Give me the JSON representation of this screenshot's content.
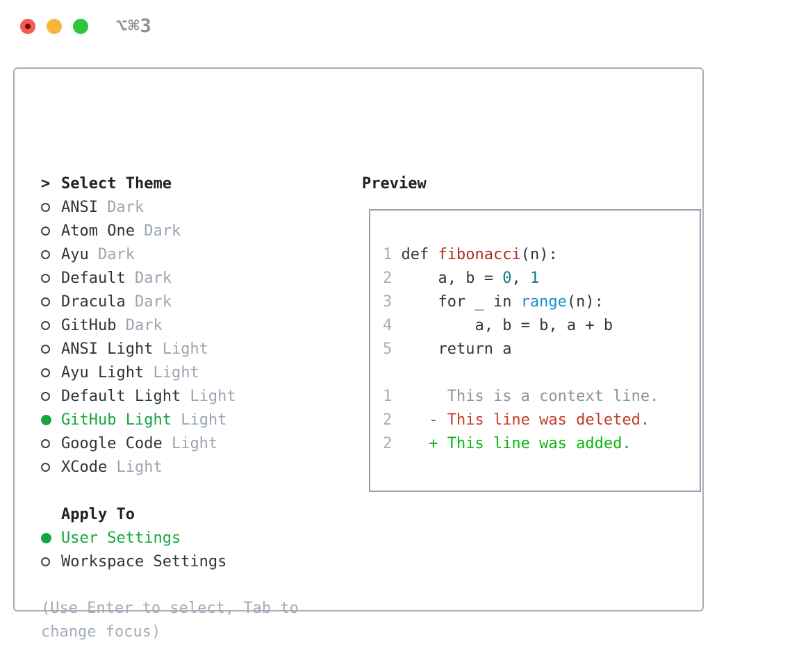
{
  "colors": {
    "accent_green": "#16a53e",
    "added_green": "#0ab60a",
    "deleted_red": "#c43b28",
    "function_red": "#b12a1a",
    "builtin_blue": "#168fd2",
    "number_teal": "#0e7e80",
    "muted_gray": "#9ba5b1",
    "panel_border": "#a7aeb9",
    "traffic_red": "#f25c54",
    "traffic_yellow": "#f6b43b",
    "traffic_green": "#2fc440"
  },
  "titlebar": {
    "shortcut_label": "⌥⌘3"
  },
  "theme_selector": {
    "header_marker": ">",
    "header_label": "Select Theme",
    "options": [
      {
        "name": "ANSI",
        "variant": "Dark",
        "selected": false
      },
      {
        "name": "Atom One",
        "variant": "Dark",
        "selected": false
      },
      {
        "name": "Ayu",
        "variant": "Dark",
        "selected": false
      },
      {
        "name": "Default",
        "variant": "Dark",
        "selected": false
      },
      {
        "name": "Dracula",
        "variant": "Dark",
        "selected": false
      },
      {
        "name": "GitHub",
        "variant": "Dark",
        "selected": false
      },
      {
        "name": "ANSI Light",
        "variant": "Light",
        "selected": false
      },
      {
        "name": "Ayu Light",
        "variant": "Light",
        "selected": false
      },
      {
        "name": "Default Light",
        "variant": "Light",
        "selected": false
      },
      {
        "name": "GitHub Light",
        "variant": "Light",
        "selected": true
      },
      {
        "name": "Google Code",
        "variant": "Light",
        "selected": false
      },
      {
        "name": "XCode",
        "variant": "Light",
        "selected": false
      }
    ]
  },
  "apply_to": {
    "header_label": "Apply To",
    "options": [
      {
        "label": "User Settings",
        "selected": true
      },
      {
        "label": "Workspace Settings",
        "selected": false
      }
    ]
  },
  "footer_hint": "(Use Enter to select, Tab to change focus)",
  "preview": {
    "header_label": "Preview",
    "lines": [
      {
        "tokens": [
          [
            "ln",
            "1 "
          ],
          [
            "pl",
            "def "
          ],
          [
            "fn",
            "fibonacci"
          ],
          [
            "pl",
            "(n):"
          ]
        ]
      },
      {
        "tokens": [
          [
            "ln",
            "2 "
          ],
          [
            "pl",
            "    a, b = "
          ],
          [
            "cn",
            "0"
          ],
          [
            "pl",
            ", "
          ],
          [
            "cn",
            "1"
          ]
        ]
      },
      {
        "tokens": [
          [
            "ln",
            "3 "
          ],
          [
            "pl",
            "    for _ in "
          ],
          [
            "bi",
            "range"
          ],
          [
            "pl",
            "(n):"
          ]
        ]
      },
      {
        "tokens": [
          [
            "ln",
            "4 "
          ],
          [
            "pl",
            "        a, b = b, a + b"
          ]
        ]
      },
      {
        "tokens": [
          [
            "ln",
            "5 "
          ],
          [
            "pl",
            "    return a"
          ]
        ]
      },
      {
        "tokens": []
      },
      {
        "tokens": [
          [
            "ln",
            "1"
          ],
          [
            "ctx",
            "      This is a context line."
          ]
        ]
      },
      {
        "tokens": [
          [
            "ln",
            "2"
          ],
          [
            "del",
            "    - This line was deleted."
          ]
        ]
      },
      {
        "tokens": [
          [
            "ln",
            "2"
          ],
          [
            "add",
            "    + This line was added."
          ]
        ]
      }
    ]
  }
}
